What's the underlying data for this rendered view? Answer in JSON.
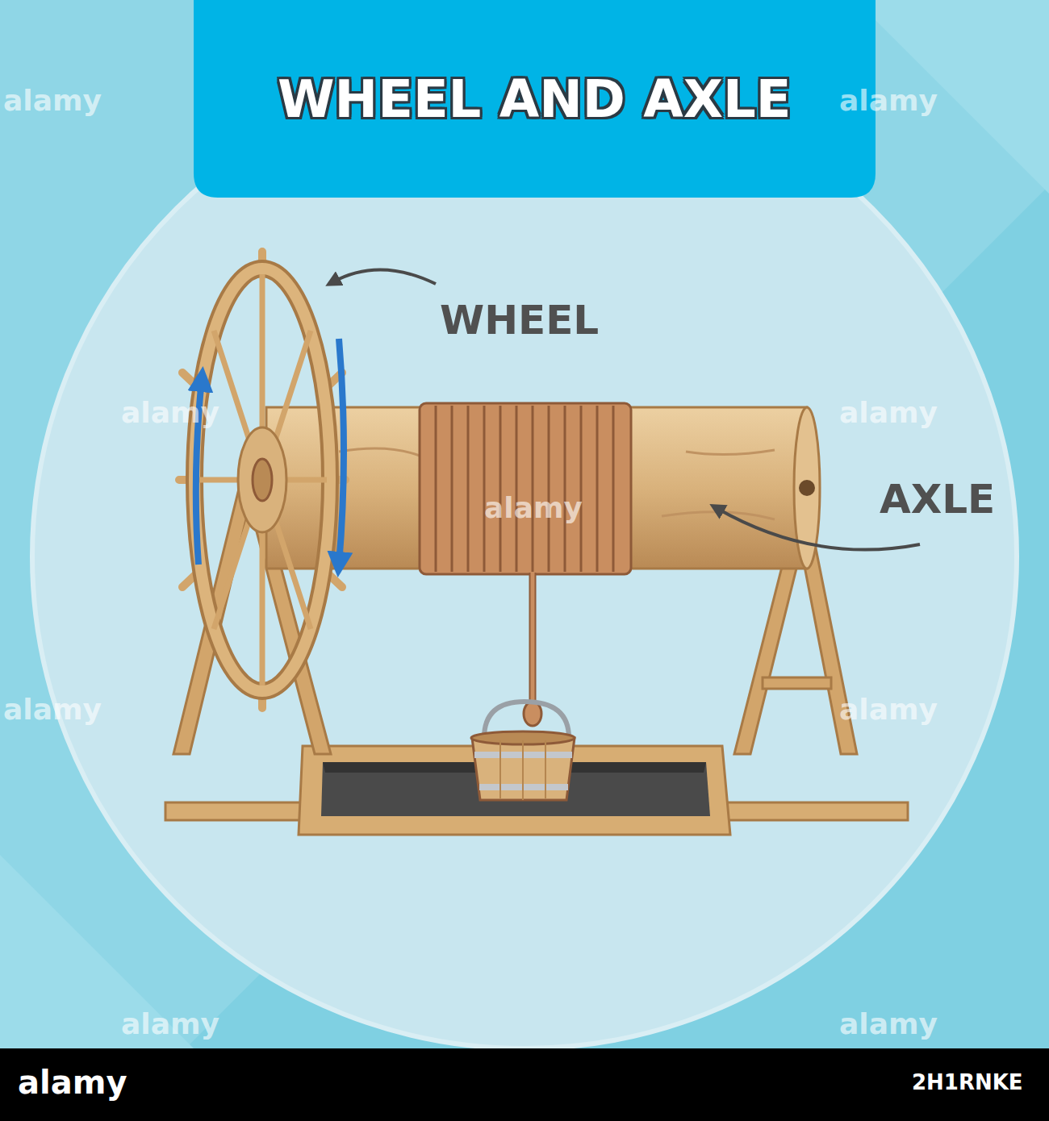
{
  "diagram": {
    "title": "WHEEL AND AXLE",
    "labels": [
      "WHEEL",
      "AXLE",
      "alamy",
      "alamy",
      "alamy",
      "alamy",
      "alamy",
      "alamy",
      "alamy",
      "alamy",
      "alamy",
      "alamy",
      "2H1RNKE"
    ]
  }
}
